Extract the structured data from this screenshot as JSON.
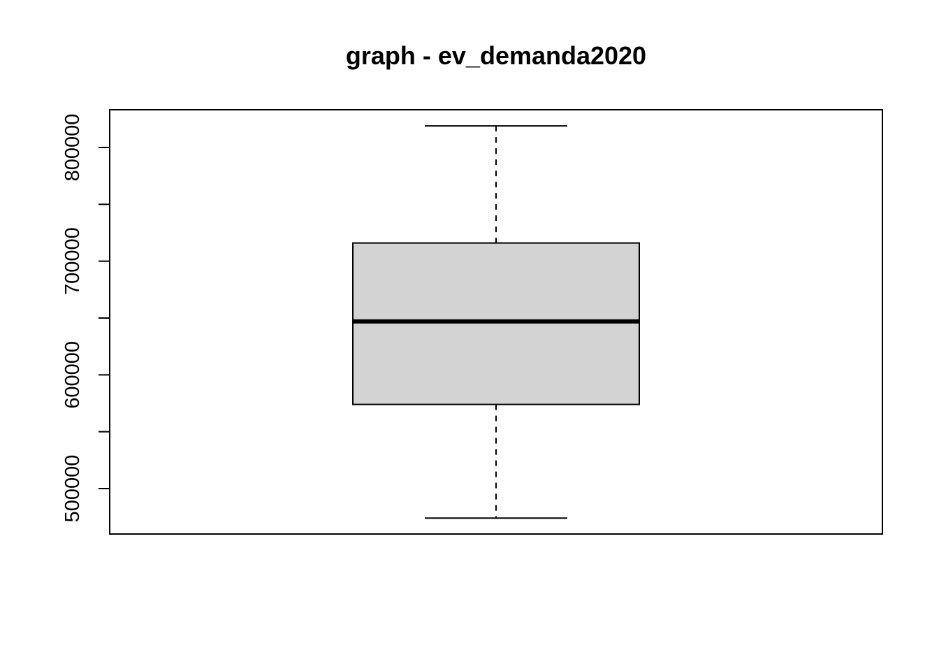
{
  "chart_data": {
    "type": "boxplot",
    "title": "graph - ev_demanda2020",
    "xlabel": "",
    "ylabel": "",
    "ylim": [
      460000,
      830000
    ],
    "y_ticks": [
      500000,
      550000,
      600000,
      650000,
      700000,
      750000,
      800000
    ],
    "y_tick_labels": [
      "500000",
      "",
      "600000",
      "",
      "700000",
      "",
      "800000"
    ],
    "box": {
      "min": 474000,
      "q1": 574000,
      "median": 647000,
      "q3": 716000,
      "max": 819000
    },
    "grid": false,
    "legend": "none"
  },
  "colors": {
    "box_fill": "#d3d3d3",
    "stroke": "#000000",
    "background": "#ffffff"
  }
}
